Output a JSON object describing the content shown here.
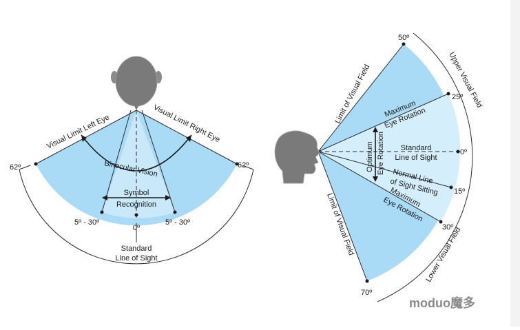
{
  "left_diagram": {
    "label_left_eye": "Visual Limit Left Eye",
    "label_right_eye": "Visual Limit Right Eye",
    "binocular": "Binocular Vision",
    "symbol_line1": "Symbol",
    "symbol_line2": "Recognition",
    "angle_left_62": "62º",
    "angle_right_62": "62º",
    "angle_left_5_30": "5º - 30º",
    "angle_right_5_30": "5º - 30º",
    "angle_0": "0º",
    "standard_line1": "Standard",
    "standard_line2": "Line of Sight"
  },
  "right_diagram": {
    "limit_top": "Limit of Visual Field",
    "limit_bottom": "Limit of Visual Field",
    "upper_field": "Upper Visual Field",
    "lower_field": "Lower Visual Field",
    "max_rot_up_1": "Maximum",
    "max_rot_up_2": "Eye Rotation",
    "optimum_1": "Optimum",
    "optimum_2": "Eye Rotation",
    "standard_1": "Standard",
    "standard_2": "Line of Sight",
    "normal_1": "Normal Line",
    "normal_2": "of Sight Sitting",
    "max_rot_down_1": "Maximum",
    "max_rot_down_2": "Eye Rotation",
    "angle_50": "50º",
    "angle_25": "25º",
    "angle_0": "0º",
    "angle_15": "15º",
    "angle_30": "30º",
    "angle_70": "70º"
  },
  "watermark": "moduo魔多",
  "colors": {
    "field_blue": "#a9daf6",
    "field_light": "#d4eefb",
    "head_gray": "#7a7a7a",
    "line": "#2a2a2a"
  }
}
